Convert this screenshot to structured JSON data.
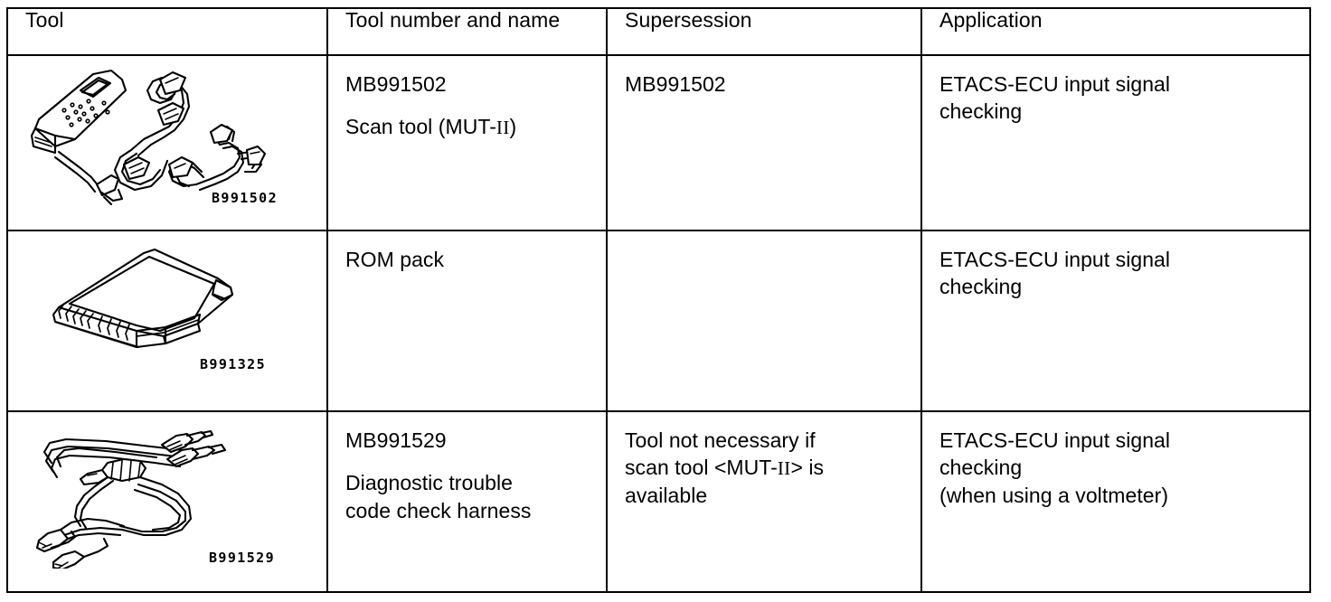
{
  "table": {
    "headers": [
      {
        "label": "Tool"
      },
      {
        "label": "Tool number and name"
      },
      {
        "label": "Supersession"
      },
      {
        "label": "Application"
      }
    ],
    "rows": [
      {
        "illustration": {
          "name": "scan-tool-mut2-illustration",
          "caption": "B991502"
        },
        "tool_number_and_name": {
          "number": "MB991502",
          "name": "Scan tool (MUT-",
          "name_roman": "II",
          "name_suffix": ")"
        },
        "supersession": {
          "line1": "MB991502"
        },
        "application": {
          "line1": "ETACS-ECU input signal",
          "line2": "checking",
          "line3": ""
        }
      },
      {
        "illustration": {
          "name": "rom-pack-illustration",
          "caption": "B991325"
        },
        "tool_number_and_name": {
          "number": "ROM pack",
          "name": "",
          "name_roman": "",
          "name_suffix": ""
        },
        "supersession": {
          "line1": ""
        },
        "application": {
          "line1": "ETACS-ECU input signal",
          "line2": "checking",
          "line3": ""
        }
      },
      {
        "illustration": {
          "name": "diagnostic-trouble-code-check-harness-illustration",
          "caption": "B991529"
        },
        "tool_number_and_name": {
          "number": "MB991529",
          "name": "Diagnostic trouble",
          "name_roman": "",
          "name_suffix": "code check harness"
        },
        "supersession": {
          "line1": "Tool not necessary if",
          "line2a": "scan tool <MUT-",
          "line2_roman": "II",
          "line2b": "> is",
          "line3": "available"
        },
        "application": {
          "line1": "ETACS-ECU input signal",
          "line2": "checking",
          "line3": "(when using a voltmeter)"
        }
      }
    ]
  },
  "colors": {
    "ink": "#000000",
    "paper": "#ffffff"
  }
}
